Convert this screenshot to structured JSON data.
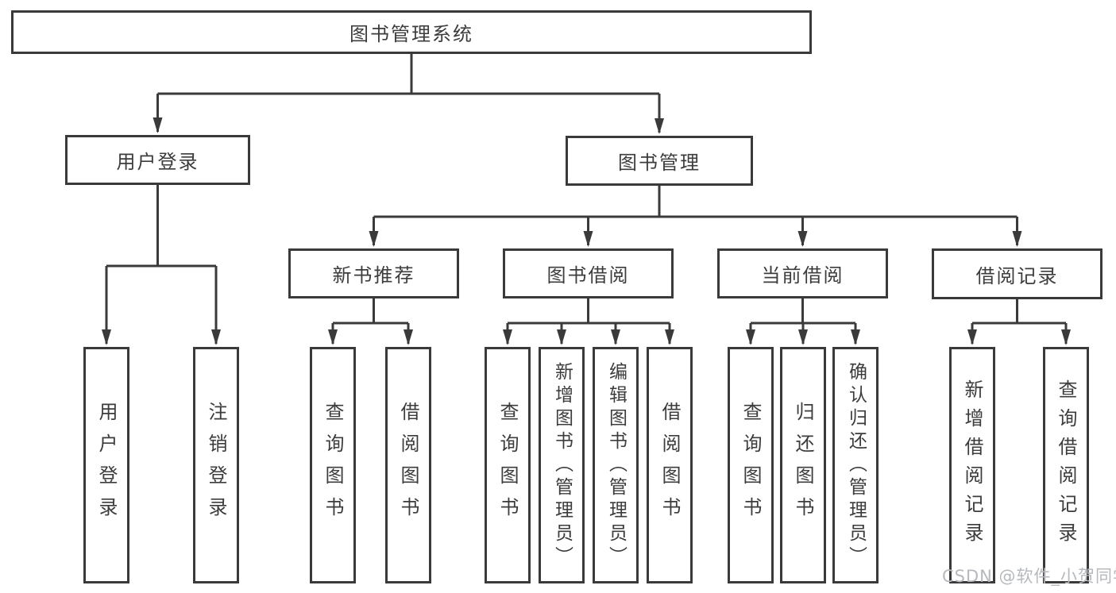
{
  "colors": {
    "line": "#3a3a3a",
    "box_border": "#3a3a3a",
    "box_fill": "#ffffff",
    "text": "#3c3c3c",
    "watermark": "#b6b9bd",
    "background": "#ffffff"
  },
  "watermark": {
    "text": "CSDN @软件_小贺同学"
  },
  "tree": {
    "root": {
      "label": "图书管理系统"
    },
    "children": [
      {
        "label": "用户登录",
        "children": [
          {
            "label": "用户登录"
          },
          {
            "label": "注销登录"
          }
        ]
      },
      {
        "label": "图书管理",
        "children": [
          {
            "label": "新书推荐",
            "children": [
              {
                "label": "查询图书"
              },
              {
                "label": "借阅图书"
              }
            ]
          },
          {
            "label": "图书借阅",
            "children": [
              {
                "label": "查询图书"
              },
              {
                "label": "新增图书（管理员）"
              },
              {
                "label": "编辑图书（管理员）"
              },
              {
                "label": "借阅图书"
              }
            ]
          },
          {
            "label": "当前借阅",
            "children": [
              {
                "label": "查询图书"
              },
              {
                "label": "归还图书"
              },
              {
                "label": "确认归还（管理员）"
              }
            ]
          },
          {
            "label": "借阅记录",
            "children": [
              {
                "label": "新增借阅记录"
              },
              {
                "label": "查询借阅记录"
              }
            ]
          }
        ]
      }
    ]
  }
}
